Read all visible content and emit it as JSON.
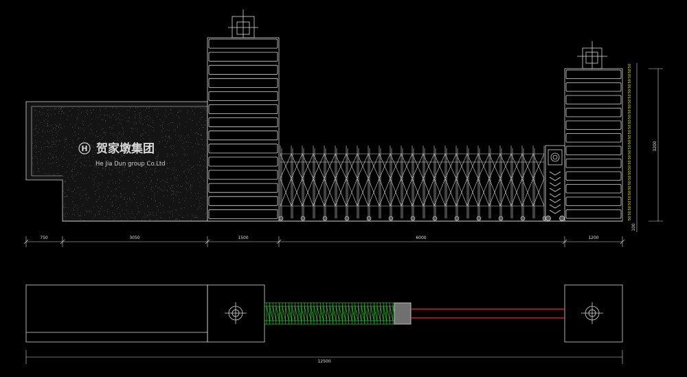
{
  "sign": {
    "logo_letter": "H",
    "chinese_name": "贺家墩集团",
    "english_name": "He Jia Dun group Co.Ltd"
  },
  "dimensions": {
    "segments": [
      "750",
      "3050",
      "1500",
      "6000",
      "1200"
    ],
    "total": "12500",
    "height": "3200",
    "base": "100",
    "brick_course": "50"
  },
  "colors": {
    "background": "#000000",
    "linework": "#e0e0e0",
    "gate_plan": "#2ecc2e",
    "rail": "#ff2020",
    "dim_text": "#e6e600"
  }
}
